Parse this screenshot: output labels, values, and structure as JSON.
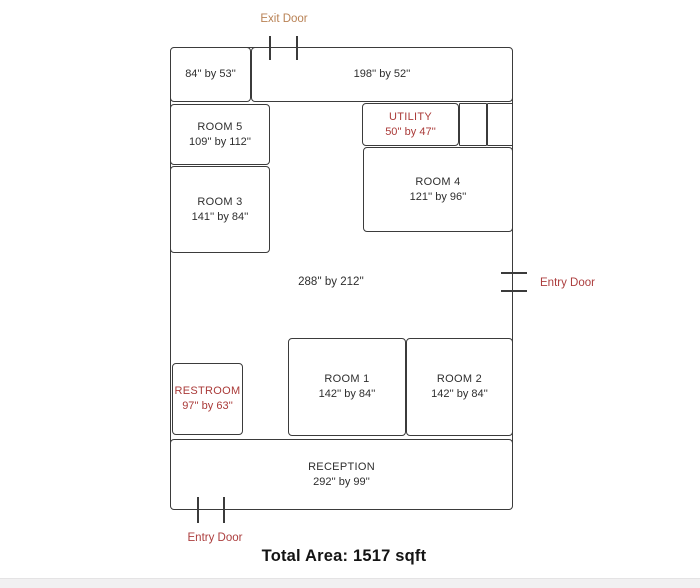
{
  "colors": {
    "wall": "#3b3b3b",
    "room_text": "#2e2e2e",
    "special_room_red": "#aa3a38",
    "entry_door_red": "#ac3e3e",
    "exit_door_tan": "#b98255"
  },
  "doors": {
    "exit_top_label": "Exit Door",
    "entry_right_label": "Entry Door",
    "entry_bottom_label": "Entry Door"
  },
  "rooms": [
    {
      "name": "",
      "dims": "84'' by 53''"
    },
    {
      "name": "",
      "dims": "198'' by 52''"
    },
    {
      "name": "ROOM 5",
      "dims": "109'' by 112''"
    },
    {
      "name": "UTILITY",
      "dims": "50'' by 47''"
    },
    {
      "name": "ROOM 3",
      "dims": "141'' by 84''"
    },
    {
      "name": "ROOM 4",
      "dims": "121'' by 96''"
    },
    {
      "name": "RESTROOM",
      "dims": "97'' by 63''"
    },
    {
      "name": "ROOM 1",
      "dims": "142'' by 84''"
    },
    {
      "name": "ROOM 2",
      "dims": "142'' by 84''"
    },
    {
      "name": "RECEPTION",
      "dims": "292'' by 99''"
    }
  ],
  "central_area": {
    "dims": "288'' by 212''"
  },
  "total_area_label": "Total Area: 1517 sqft"
}
